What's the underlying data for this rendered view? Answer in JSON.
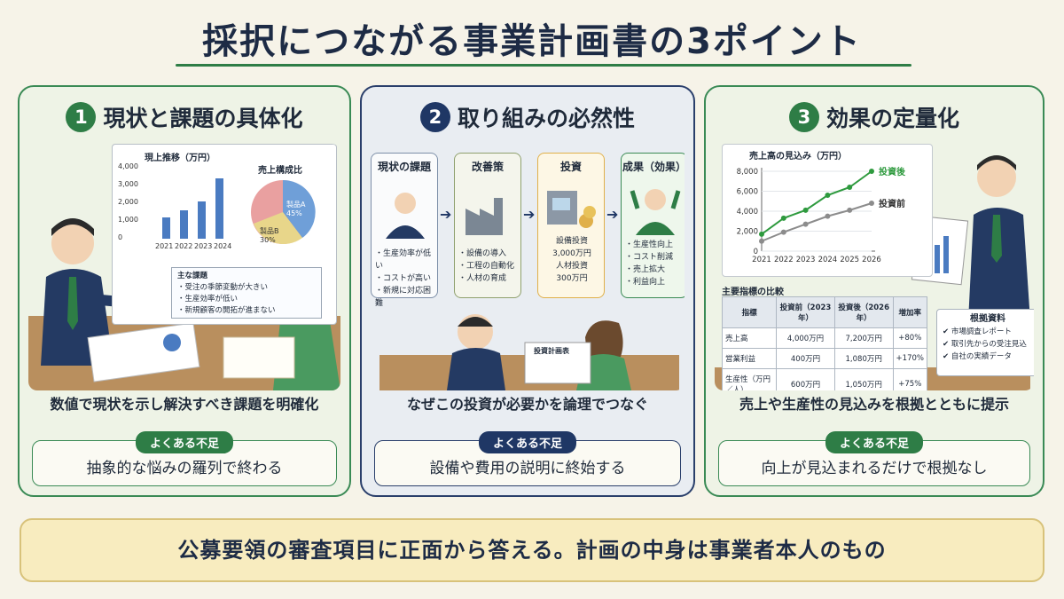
{
  "title": "採択につながる事業計画書の3ポイント",
  "panels": [
    {
      "number": "1",
      "heading": "現状と課題の具体化",
      "board": {
        "chart1_title": "現上推移（万円）",
        "chart1_yticks": [
          "4,000",
          "3,000",
          "2,000",
          "1,000",
          "0"
        ],
        "chart1_years": [
          "2021",
          "2022",
          "2023",
          "2024"
        ],
        "chart2_title": "売上構成比",
        "pie_a": "製品A\n45%",
        "pie_b": "製品B\n30%",
        "note_title": "主な課題",
        "note_items": [
          "・受注の季節変動が大きい",
          "・生産効率が低い",
          "・新規顧客の開拓が進まない"
        ]
      },
      "description": "数値で現状を示し解決すべき課題を明確化",
      "tag": "よくある不足",
      "issue": "抽象的な悩みの羅列で終わる"
    },
    {
      "number": "2",
      "heading": "取り組みの必然性",
      "flow": [
        {
          "title": "現状の課題",
          "lines": [
            "・生産効率が低い",
            "・コストが高い",
            "・新規に対応困難"
          ]
        },
        {
          "title": "改善策",
          "lines": [
            "・設備の導入",
            "・工程の自動化",
            "・人材の育成"
          ]
        },
        {
          "title": "投資",
          "lines": [
            "設備投資",
            "3,000万円",
            "人材投資",
            "300万円"
          ]
        },
        {
          "title": "成果（効果）",
          "lines": [
            "・生産性向上",
            "・コスト削減",
            "・売上拡大",
            "・利益向上"
          ]
        }
      ],
      "doc_label": "投資計画表",
      "description": "なぜこの投資が必要かを論理でつなぐ",
      "tag": "よくある不足",
      "issue": "設備や費用の説明に終始する"
    },
    {
      "number": "3",
      "heading": "効果の定量化",
      "description": "売上や生産性の見込みを根拠とともに提示",
      "tag": "よくある不足",
      "issue": "向上が見込まれるだけで根拠なし"
    }
  ],
  "chart_data": {
    "type": "line",
    "title": "売上高の見込み（万円）",
    "x": [
      2021,
      2022,
      2023,
      2024,
      2025,
      2026
    ],
    "series": [
      {
        "name": "投資後",
        "values": [
          1700,
          3300,
          4100,
          5600,
          6400,
          8000
        ],
        "color": "#2e9a3e"
      },
      {
        "name": "投資前",
        "values": [
          1000,
          1900,
          2700,
          3500,
          4100,
          4800
        ],
        "color": "#8c8c8c"
      }
    ],
    "ylim": [
      0,
      8000
    ],
    "yticks": [
      "8,000",
      "6,000",
      "4,000",
      "2,000",
      "0"
    ]
  },
  "comparison": {
    "title": "主要指標の比較",
    "headers": [
      "指標",
      "投資前（2023年）",
      "投資後（2026年）",
      "増加率"
    ],
    "rows": [
      [
        "売上高",
        "4,000万円",
        "7,200万円",
        "+80%"
      ],
      [
        "営業利益",
        "400万円",
        "1,080万円",
        "+170%"
      ],
      [
        "生産性（万円／人）",
        "600万円",
        "1,050万円",
        "+75%"
      ]
    ]
  },
  "basis": {
    "title": "根拠資料",
    "items": [
      "✔ 市場調査レポート",
      "✔ 取引先からの受注見込",
      "✔ 自社の実績データ"
    ]
  },
  "footer": "公募要領の審査項目に正面から答える。計画の中身は事業者本人のもの",
  "colors": {
    "green": "#2e7d46",
    "navy": "#1f3765",
    "cream": "#f8ecbf"
  }
}
